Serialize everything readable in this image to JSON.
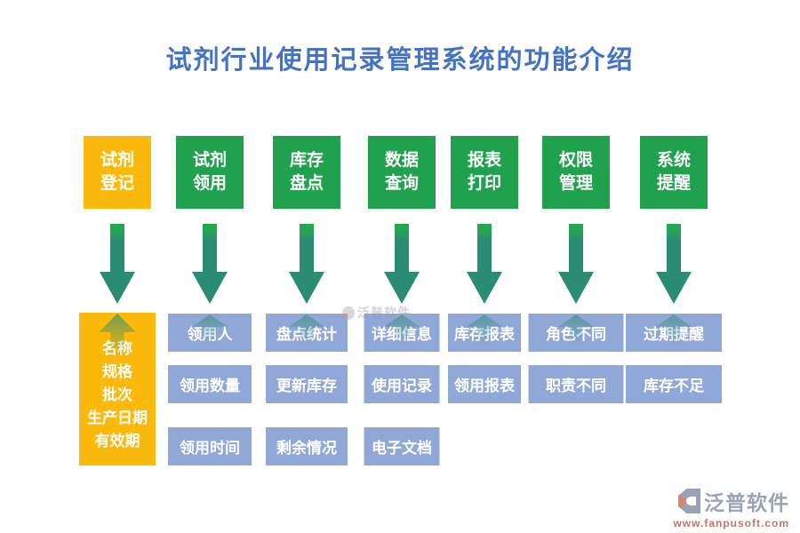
{
  "title": "试剂行业使用记录管理系统的功能介绍",
  "columns": [
    {
      "header": "试剂\n登记",
      "accent": "yellow",
      "items": [
        "名称\n规格\n批次\n生产日期\n有效期"
      ]
    },
    {
      "header": "试剂\n领用",
      "accent": "green",
      "items": [
        "领用人",
        "领用数量",
        "领用时间"
      ]
    },
    {
      "header": "库存\n盘点",
      "accent": "green",
      "items": [
        "盘点统计",
        "更新库存",
        "剩余情况"
      ]
    },
    {
      "header": "数据\n查询",
      "accent": "green",
      "items": [
        "详细信息",
        "使用记录",
        "电子文档"
      ]
    },
    {
      "header": "报表\n打印",
      "accent": "green",
      "items": [
        "库存报表",
        "领用报表"
      ]
    },
    {
      "header": "权限\n管理",
      "accent": "green",
      "items": [
        "角色不同",
        "职责不同"
      ]
    },
    {
      "header": "系统\n提醒",
      "accent": "green",
      "items": [
        "过期提醒",
        "库存不足"
      ]
    }
  ],
  "watermark": {
    "text": "泛普软件"
  },
  "footer_logo": {
    "name": "泛普软件",
    "url": "www.fanpusoft.com"
  },
  "colors": {
    "title_blue": "#4472C4",
    "header_green": "#1FA14E",
    "header_yellow": "#FBB90C",
    "arrow_teal": "#2B8C74",
    "arrow_cap": "#25A653",
    "item_blue": "#90A8D8",
    "logo_gray": "#9AA3B5",
    "logo_url": "#C47465"
  }
}
